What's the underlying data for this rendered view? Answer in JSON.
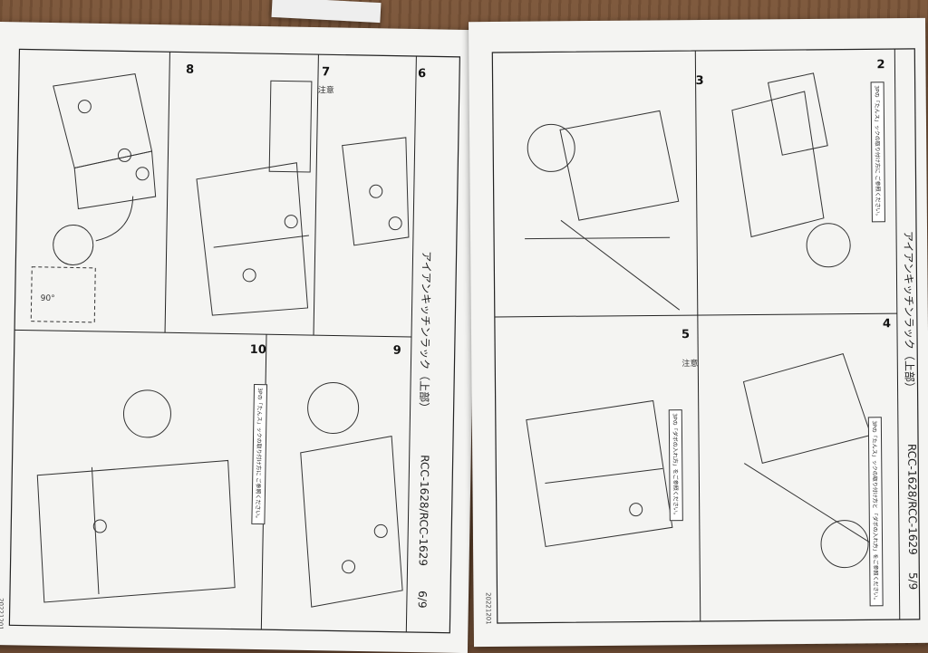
{
  "left_page": {
    "title": "アイアンキッチンラック（上部）",
    "model": "RCC-1628/RCC-1629",
    "page": "6/9",
    "date": "20221201",
    "steps": [
      "6",
      "7",
      "8",
      "9",
      "10"
    ],
    "step7_note": "注意",
    "step10_note": "3Pの「たんス」ックの取り付け方に ご参照ください。",
    "step8_angle": "90°"
  },
  "right_page": {
    "title": "アイアンキッチンラック（上部）",
    "model": "RCC-1628/RCC-1629",
    "page": "5/9",
    "date": "20221201",
    "steps": [
      "2",
      "3",
      "4",
      "5"
    ],
    "step2_note": "3Pの「たんス」ックの取り付け方に ご参照ください。",
    "step4_note": "3Pの「たんス」ックの取り付け方と 「ダボの入れ方」をご参照ください。",
    "step5_note": "3Pの「ダボの入れ方」をご参照ください。",
    "warn": "注意"
  }
}
